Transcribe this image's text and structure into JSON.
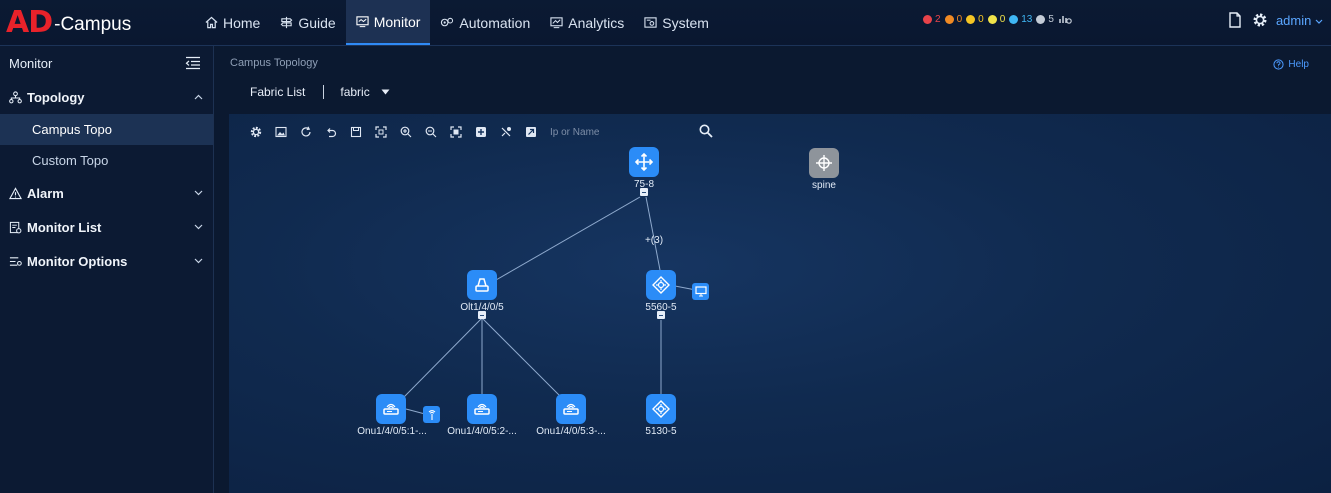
{
  "app": {
    "logo_ad": "AD",
    "logo_rest": "-Campus"
  },
  "nav": {
    "home": "Home",
    "guide": "Guide",
    "monitor": "Monitor",
    "automation": "Automation",
    "analytics": "Analytics",
    "system": "System"
  },
  "alarms": [
    {
      "count": "2",
      "color": "#e8434a"
    },
    {
      "count": "0",
      "color": "#f08a24"
    },
    {
      "count": "0",
      "color": "#f5c524"
    },
    {
      "count": "0",
      "color": "#f0e34a"
    },
    {
      "count": "13",
      "color": "#3fb7f5"
    },
    {
      "count": "5",
      "color": "#c3cbd6"
    }
  ],
  "user": {
    "name": "admin"
  },
  "sidebar": {
    "title": "Monitor",
    "groups": [
      {
        "label": "Topology",
        "expanded": true,
        "items": [
          {
            "label": "Campus Topo",
            "active": true
          },
          {
            "label": "Custom Topo",
            "active": false
          }
        ]
      },
      {
        "label": "Alarm",
        "expanded": false
      },
      {
        "label": "Monitor List",
        "expanded": false
      },
      {
        "label": "Monitor Options",
        "expanded": false
      }
    ]
  },
  "main": {
    "breadcrumb": "Campus Topology",
    "help": "Help",
    "fabric_list": "Fabric List",
    "fabric_selected": "fabric",
    "search_placeholder": "Ip or Name"
  },
  "topology": {
    "nodes": {
      "n75": "75-8",
      "spine": "spine",
      "olt": "Olt1/4/0/5",
      "s5560": "5560-5",
      "onu1": "Onu1/4/0/5:1-...",
      "onu2": "Onu1/4/0/5:2-...",
      "onu3": "Onu1/4/0/5:3-...",
      "s5130": "5130-5"
    },
    "link_label": "+(3)"
  },
  "colors": {
    "accent": "#2f8af5",
    "node_blue": "#2b8cf7",
    "node_grey": "#8e949b",
    "brand_red": "#e8222a"
  }
}
